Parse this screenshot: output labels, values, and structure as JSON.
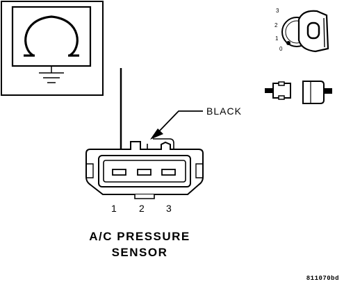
{
  "meter": {
    "symbol": "Ω"
  },
  "ignition": {
    "positions": [
      "3",
      "2",
      "1",
      "0"
    ],
    "key_label": "0"
  },
  "wire_label": "BLACK",
  "connector": {
    "pins": [
      "1",
      "2",
      "3"
    ]
  },
  "caption": {
    "line1": "A/C PRESSURE",
    "line2": "SENSOR"
  },
  "figure_id": "811070bd"
}
